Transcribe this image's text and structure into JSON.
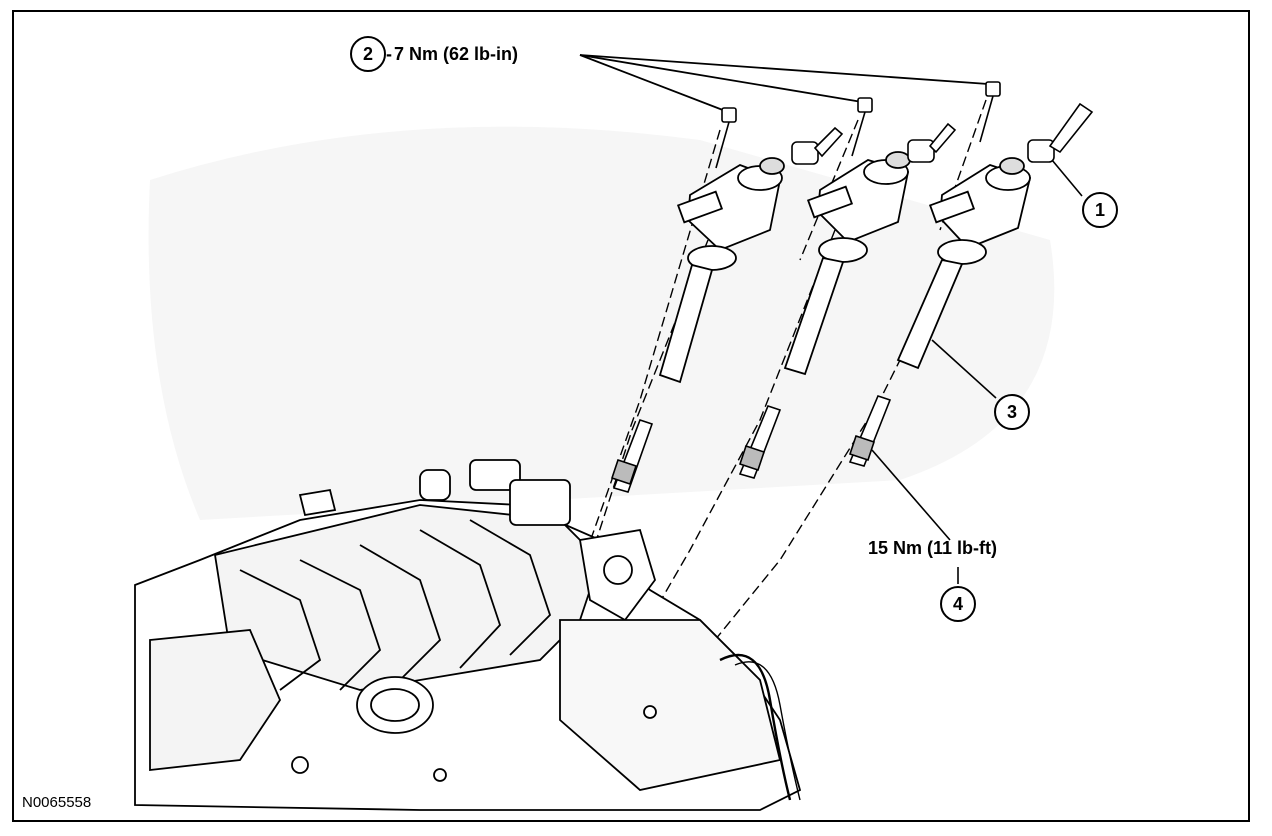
{
  "callouts": {
    "c1": "1",
    "c2": "2",
    "c3": "3",
    "c4": "4"
  },
  "torque": {
    "bolts": "7 Nm (62 lb-in)",
    "spark_plugs": "15 Nm (11 lb-ft)"
  },
  "figure_id": "N0065558",
  "colors": {
    "line": "#000000",
    "background": "#ffffff",
    "fill_light": "#f4f4f4"
  }
}
